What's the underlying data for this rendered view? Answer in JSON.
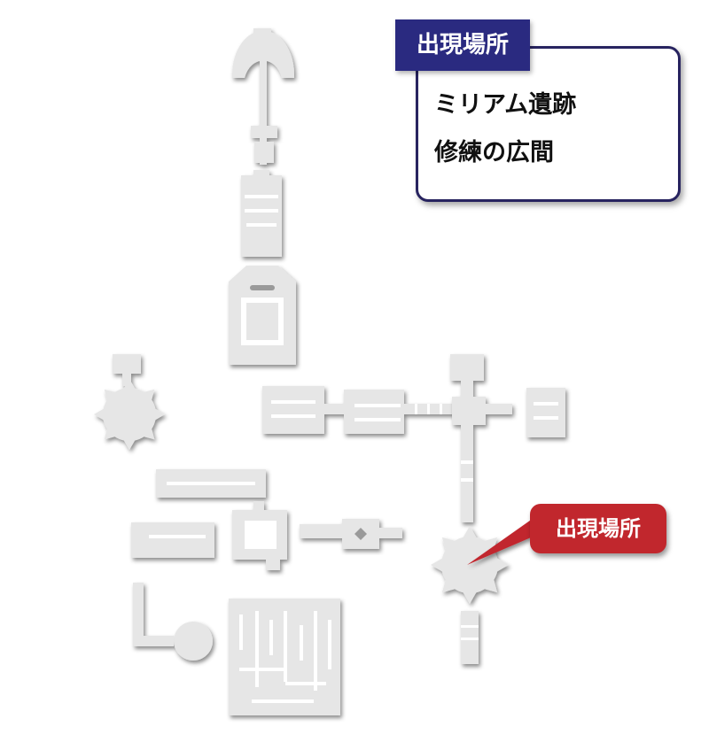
{
  "legend": {
    "title": "出現場所",
    "locations": [
      "ミリアム遺跡",
      "修練の広間"
    ]
  },
  "marker": {
    "label": "出現場所",
    "color": "#c1272d"
  },
  "colors": {
    "legend_tab": "#2a2a80",
    "legend_border": "#27235f",
    "room_fill": "#e6e6e6"
  }
}
